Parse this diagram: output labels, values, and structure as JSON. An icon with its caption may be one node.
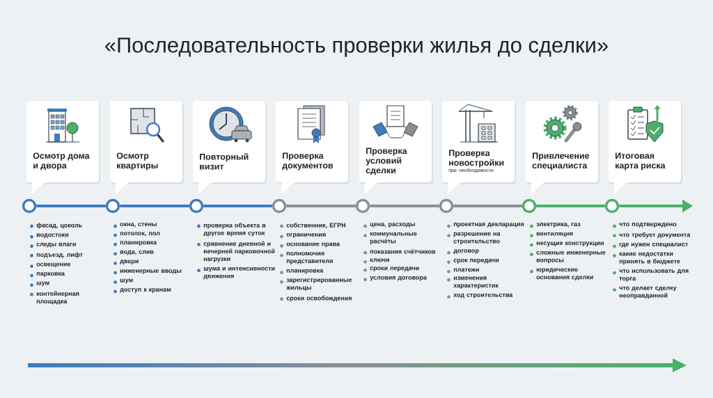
{
  "diagram": {
    "title": "«Последовательность проверки жилья до сделки»",
    "nodes": [
      {
        "text": [
          "Осмотр дома и двора"
        ],
        "beside": [
          "фасад, цоколь",
          "водостоки",
          "следы влаги",
          "подъезд, лифт",
          "освещение",
          "парковка",
          "шум",
          "контейнерная площадка"
        ]
      },
      {
        "text": [
          "Осмотр квартиры"
        ],
        "beside": [
          "окна, стены",
          "потолок, пол",
          "планировка",
          "вода, слив",
          "двери",
          "инженерные вводы",
          "шум",
          "доступ к кранам"
        ]
      },
      {
        "text": [
          "Повторный визит"
        ],
        "beside": [
          "проверка объекта в другое время суток",
          "сравнение дневной и вечерней парковочной нагрузки",
          "шума и интенсивности движения"
        ]
      },
      {
        "text": [
          "Проверка документов"
        ],
        "beside": [
          "собственник, ЕГРН",
          "ограничения",
          "основание права",
          "полномочия представителя",
          "планировка",
          "зарегистрированные жильцы",
          "сроки освобождения"
        ]
      },
      {
        "text": [
          "Проверка условий сделки"
        ],
        "beside": [
          "цена, расходы",
          "коммунальные расчёты",
          "показания счётчиков",
          "ключи",
          "сроки передачи",
          "условия договора"
        ]
      },
      {
        "text": [
          "Проверка новостройки",
          "при необходимости"
        ],
        "beside": [
          "проектная декларация",
          "разрешение на строительство",
          "договор",
          "срок передачи",
          "платежи",
          "изменения характеристик",
          "ход строительства"
        ]
      },
      {
        "text": [
          "Привлечение специалиста"
        ],
        "beside": [
          "электрика, газ",
          "вентиляция",
          "несущие конструкции",
          "сложные инженерные вопросы",
          "юридические основания сделки"
        ]
      },
      {
        "text": [
          "Итоговая карта риска"
        ],
        "beside": [
          "что подтверждено",
          "что требует документа",
          "где нужен специалист",
          "какие недостатки принять в бюджете",
          "что использовать для торга",
          "что делает сделку неоправданной"
        ]
      },
      {
        "text": [],
        "shape": "circle"
      },
      {
        "text": [],
        "shape": "circle"
      },
      {
        "text": [],
        "shape": "circle"
      },
      {
        "text": [],
        "shape": "circle"
      },
      {
        "text": [],
        "shape": "circle"
      },
      {
        "text": [],
        "shape": "circle"
      },
      {
        "text": [],
        "shape": "circle"
      },
      {
        "text": [],
        "shape": "circle"
      }
    ],
    "edges": [
      {
        "from": 8,
        "to": 9,
        "arrow": "none",
        "color": "#3d7dbf"
      },
      {
        "from": 9,
        "to": 10,
        "arrow": "none",
        "color": "#3d7dbf"
      },
      {
        "from": 10,
        "to": 11,
        "arrow": "none",
        "color": "#3d7dbf"
      },
      {
        "from": 11,
        "to": 12,
        "arrow": "none",
        "color": "#8a8f94"
      },
      {
        "from": 12,
        "to": 13,
        "arrow": "none",
        "color": "#8a8f94"
      },
      {
        "from": 13,
        "to": 14,
        "arrow": "none",
        "color": "#8a8f94"
      },
      {
        "from": 14,
        "to": 15,
        "arrow": "none",
        "color": "#4caf6a"
      },
      {
        "from": 15,
        "to": null,
        "arrow": "to",
        "color": "#4caf6a"
      }
    ]
  }
}
